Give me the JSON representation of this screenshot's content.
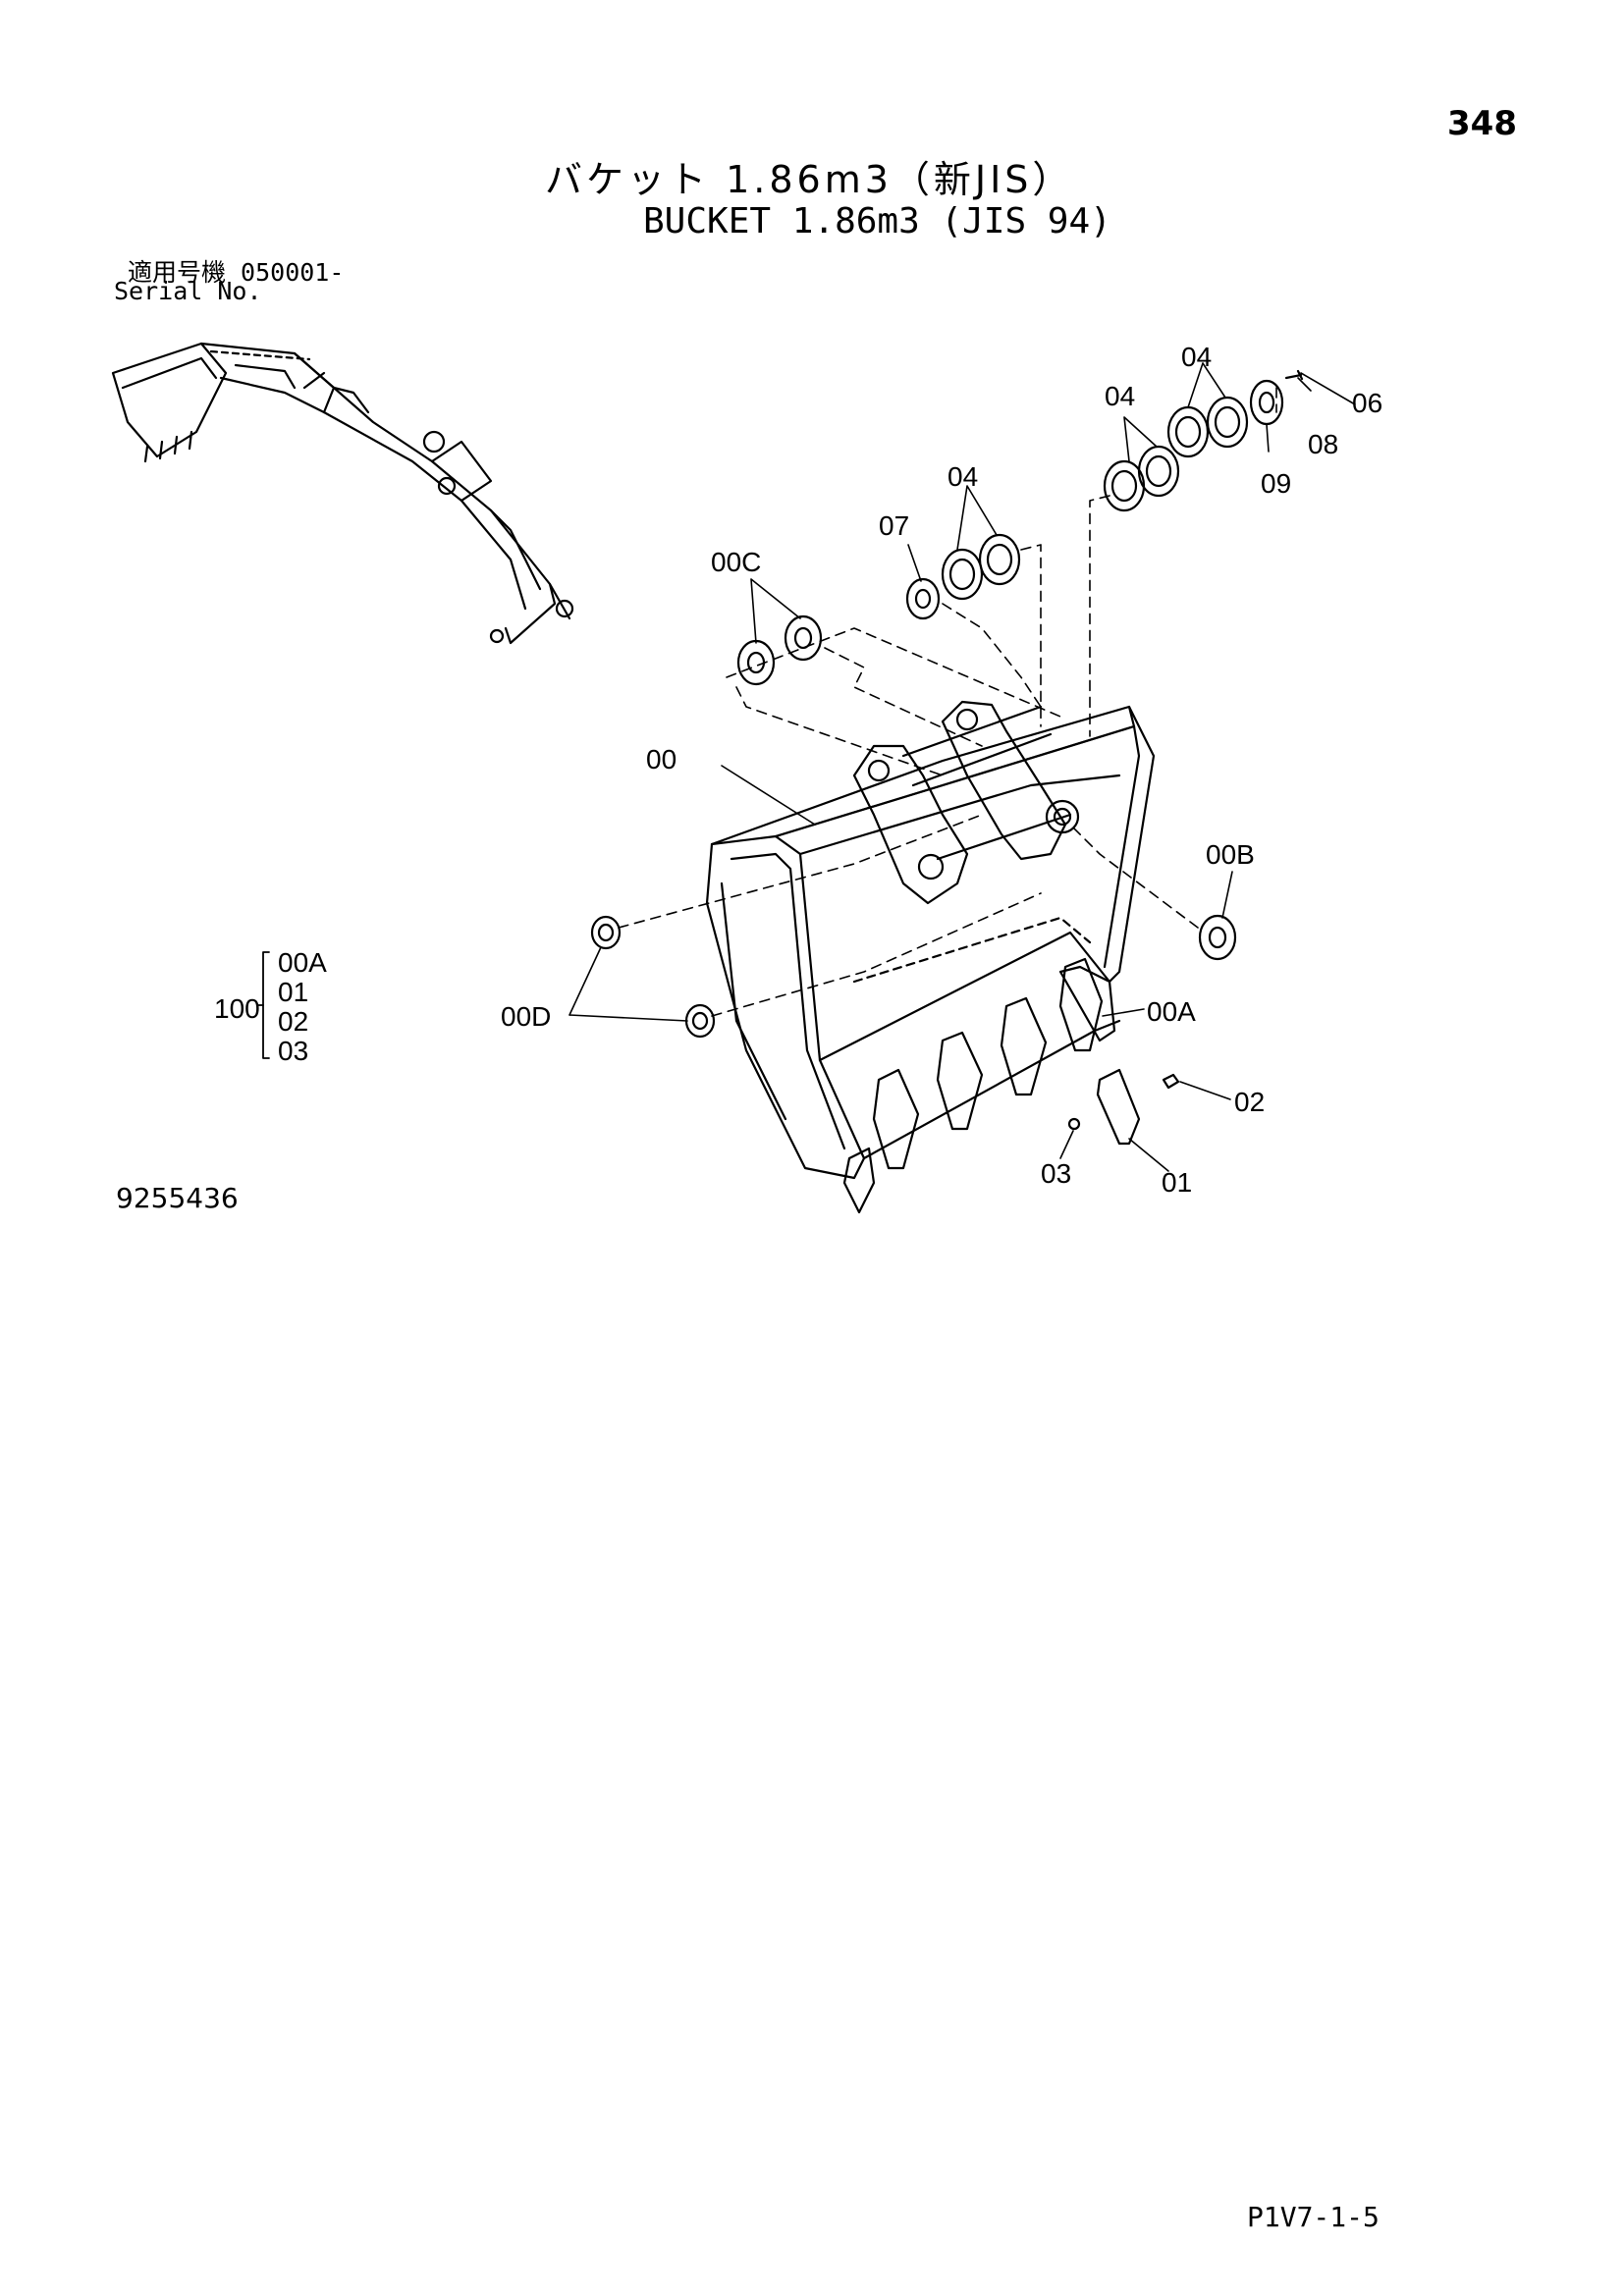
{
  "page_number": "348",
  "title_jp": "バケット 1.86m3（新JIS）",
  "title_en": "BUCKET 1.86m3 (JIS 94)",
  "serial": {
    "label_jp": "適用号機 050001-",
    "label_en": "Serial No."
  },
  "drawing_number": "9255436",
  "footer_code": "P1V7-1-5",
  "assembly": {
    "label": "100",
    "items": [
      "00A",
      "01",
      "02",
      "03"
    ]
  },
  "callouts": {
    "c00": "00",
    "c00A": "00A",
    "c00B": "00B",
    "c00C": "00C",
    "c00D": "00D",
    "c01": "01",
    "c02": "02",
    "c03": "03",
    "c04a": "04",
    "c04b": "04",
    "c04c": "04",
    "c06": "06",
    "c07": "07",
    "c08": "08",
    "c09": "09"
  }
}
